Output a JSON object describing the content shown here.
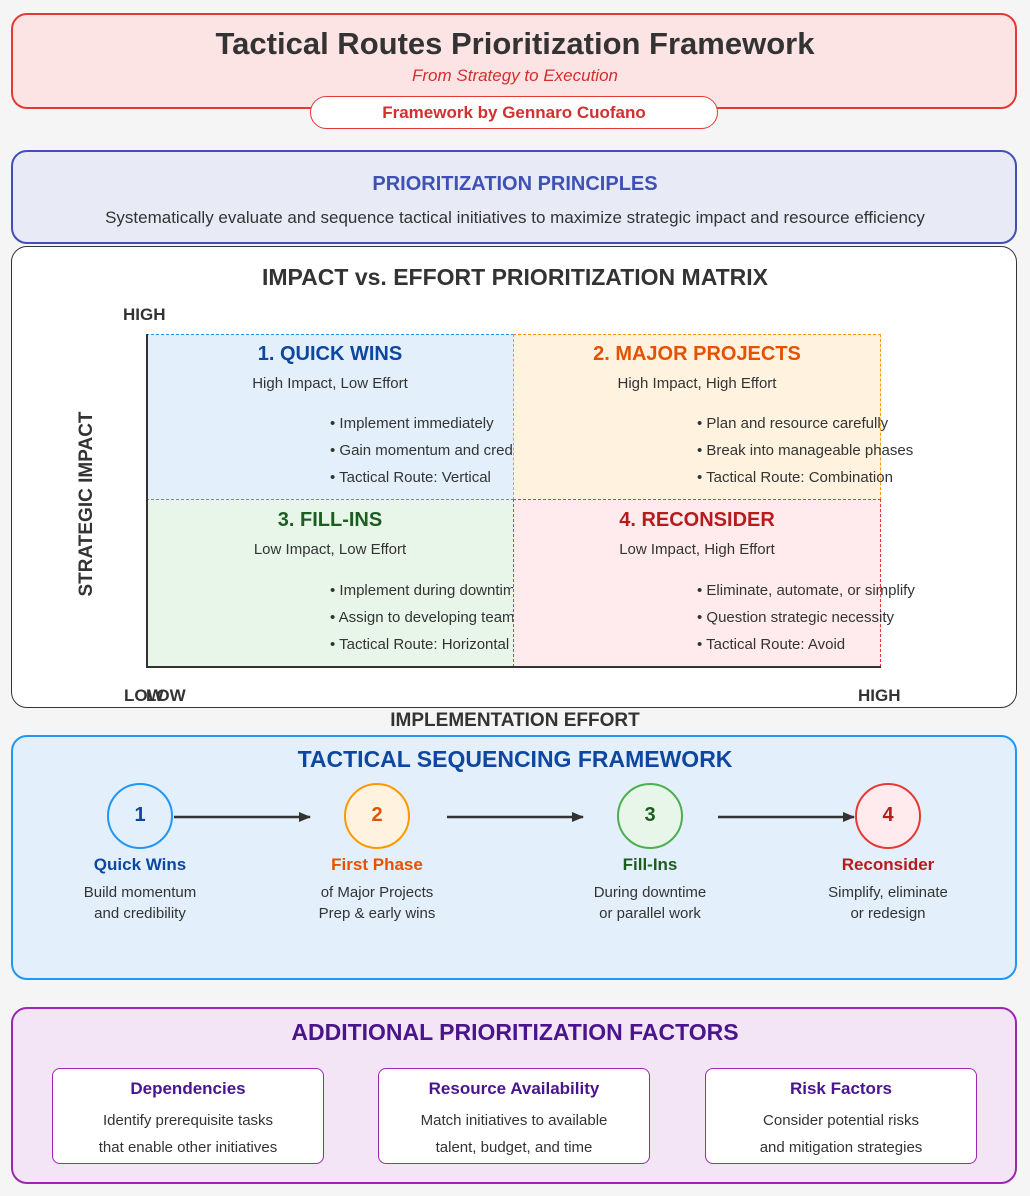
{
  "header": {
    "title": "Tactical Routes Prioritization Framework",
    "subtitle": "From Strategy to Execution",
    "author": "Framework by Gennaro Cuofano"
  },
  "principles": {
    "title": "PRIORITIZATION PRINCIPLES",
    "text": "Systematically evaluate and sequence tactical initiatives to maximize strategic impact and resource efficiency"
  },
  "matrix": {
    "title": "IMPACT vs. EFFORT PRIORITIZATION MATRIX",
    "y_axis": {
      "label": "STRATEGIC IMPACT",
      "high": "HIGH",
      "low": "LOW"
    },
    "x_axis": {
      "label": "IMPLEMENTATION EFFORT",
      "low": "LOW",
      "high": "HIGH"
    },
    "quadrants": [
      {
        "title": "1. QUICK WINS",
        "subtitle": "High Impact, Low Effort",
        "color": "#0d47a1",
        "bullets": [
          "• Implement immediately",
          "• Gain momentum and credibility",
          "• Tactical Route: Vertical"
        ]
      },
      {
        "title": "2. MAJOR PROJECTS",
        "subtitle": "High Impact, High Effort",
        "color": "#e65100",
        "bullets": [
          "• Plan and resource carefully",
          "• Break into manageable phases",
          "• Tactical Route: Combination"
        ]
      },
      {
        "title": "3. FILL-INS",
        "subtitle": "Low Impact, Low Effort",
        "color": "#1b5e20",
        "bullets": [
          "• Implement during downtime",
          "• Assign to developing teams",
          "• Tactical Route: Horizontal"
        ]
      },
      {
        "title": "4. RECONSIDER",
        "subtitle": "Low Impact, High Effort",
        "color": "#b71c1c",
        "bullets": [
          "• Eliminate, automate, or simplify",
          "• Question strategic necessity",
          "• Tactical Route: Avoid"
        ]
      }
    ]
  },
  "sequencing": {
    "title": "TACTICAL SEQUENCING FRAMEWORK",
    "steps": [
      {
        "number": "1",
        "name": "Quick Wins",
        "desc1": "Build momentum",
        "desc2": "and credibility",
        "color": "#2196f3",
        "text_color": "#0d47a1",
        "fill": "#e3f0fb"
      },
      {
        "number": "2",
        "name": "First Phase",
        "desc1": "of Major Projects",
        "desc2": "Prep & early wins",
        "color": "#ff9800",
        "text_color": "#e65100",
        "fill": "#fff3e0"
      },
      {
        "number": "3",
        "name": "Fill-Ins",
        "desc1": "During downtime",
        "desc2": "or parallel work",
        "color": "#4caf50",
        "text_color": "#1b5e20",
        "fill": "#e8f5e9"
      },
      {
        "number": "4",
        "name": "Reconsider",
        "desc1": "Simplify, eliminate",
        "desc2": "or redesign",
        "color": "#e53935",
        "text_color": "#b71c1c",
        "fill": "#ffebee"
      }
    ]
  },
  "factors": {
    "title": "ADDITIONAL PRIORITIZATION FACTORS",
    "cards": [
      {
        "title": "Dependencies",
        "line1": "Identify prerequisite tasks",
        "line2": "that enable other initiatives"
      },
      {
        "title": "Resource Availability",
        "line1": "Match initiatives to available",
        "line2": "talent, budget, and time"
      },
      {
        "title": "Risk Factors",
        "line1": "Consider potential risks",
        "line2": "and mitigation strategies"
      }
    ]
  }
}
